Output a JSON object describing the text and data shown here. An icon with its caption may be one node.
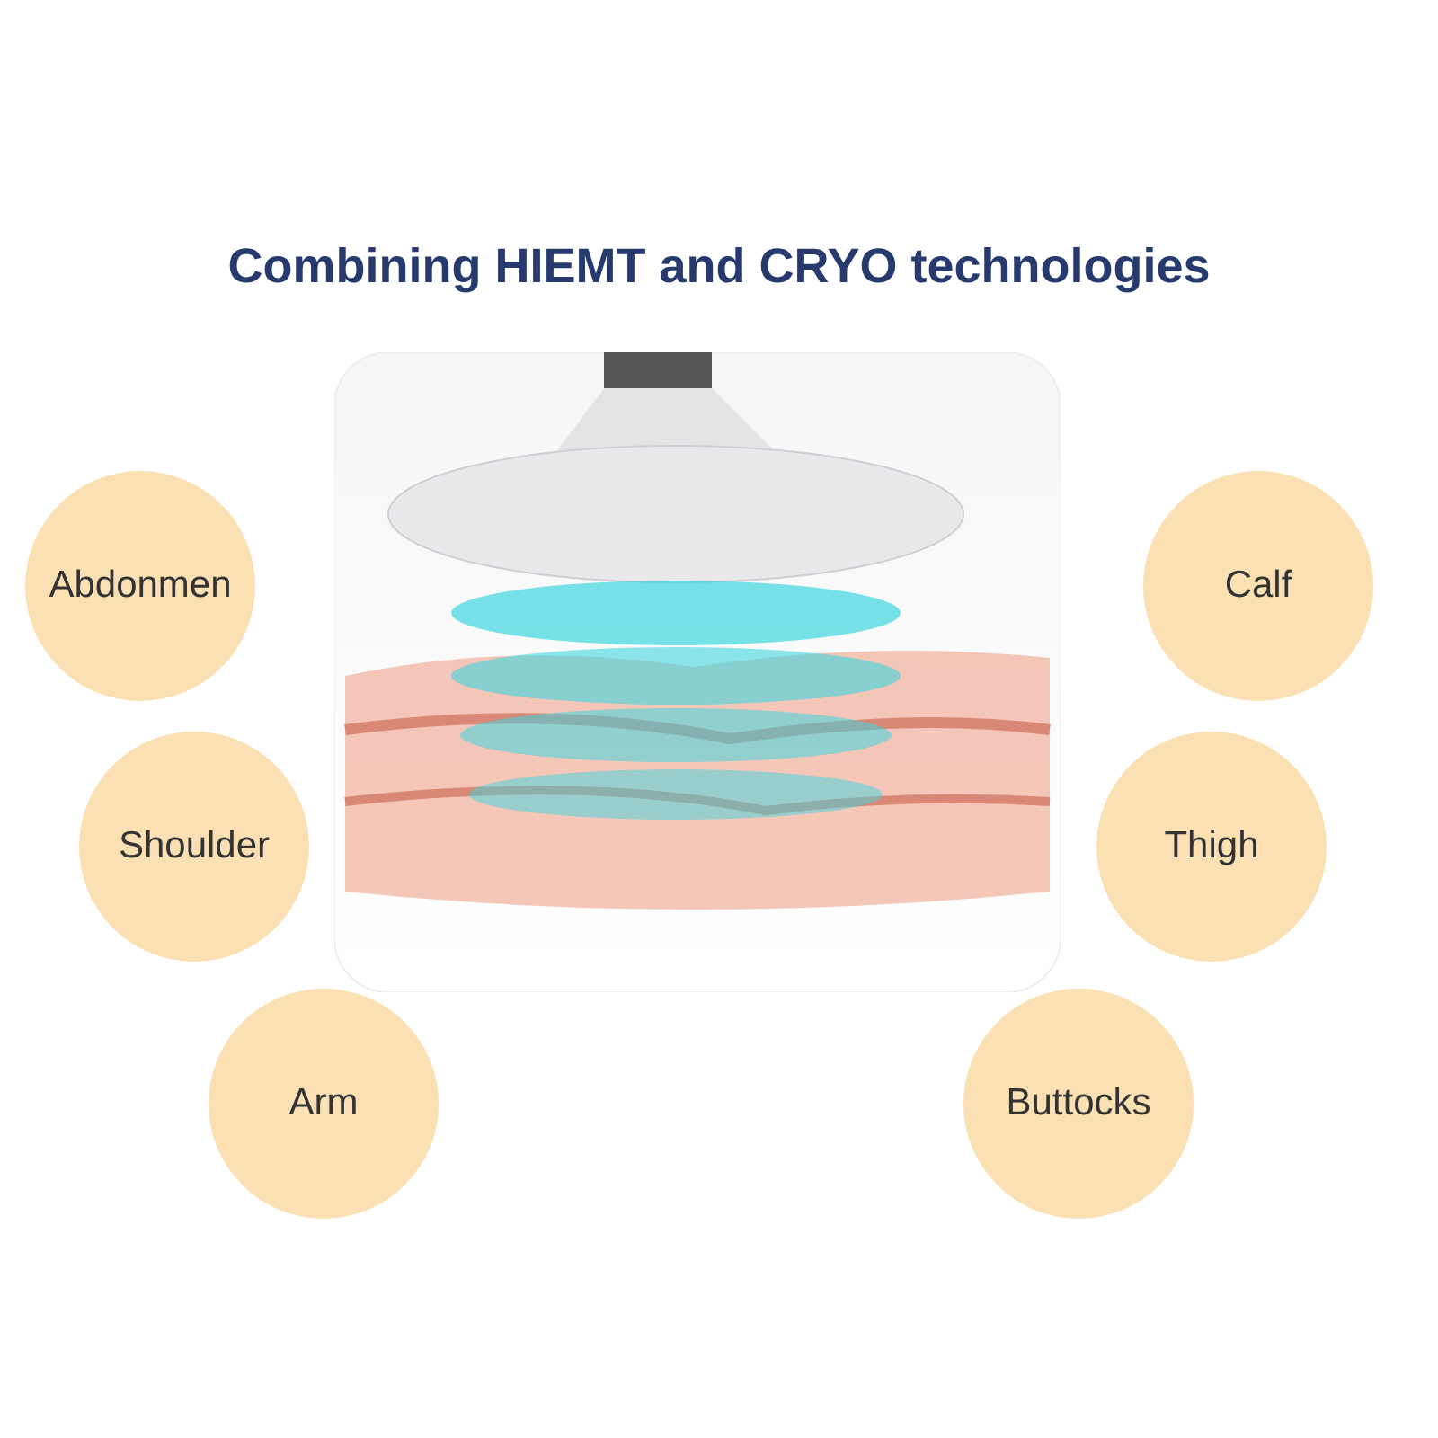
{
  "diagram": {
    "title": "Combining HIEMT and CRYO technologies",
    "nodes": [
      {
        "text": [
          "Abdonmen"
        ]
      },
      {
        "text": [
          "Calf"
        ]
      },
      {
        "text": [
          "Shoulder"
        ]
      },
      {
        "text": [
          "Thigh"
        ]
      },
      {
        "text": [
          "Arm"
        ]
      },
      {
        "text": [
          "Buttocks"
        ]
      }
    ],
    "edges": []
  }
}
